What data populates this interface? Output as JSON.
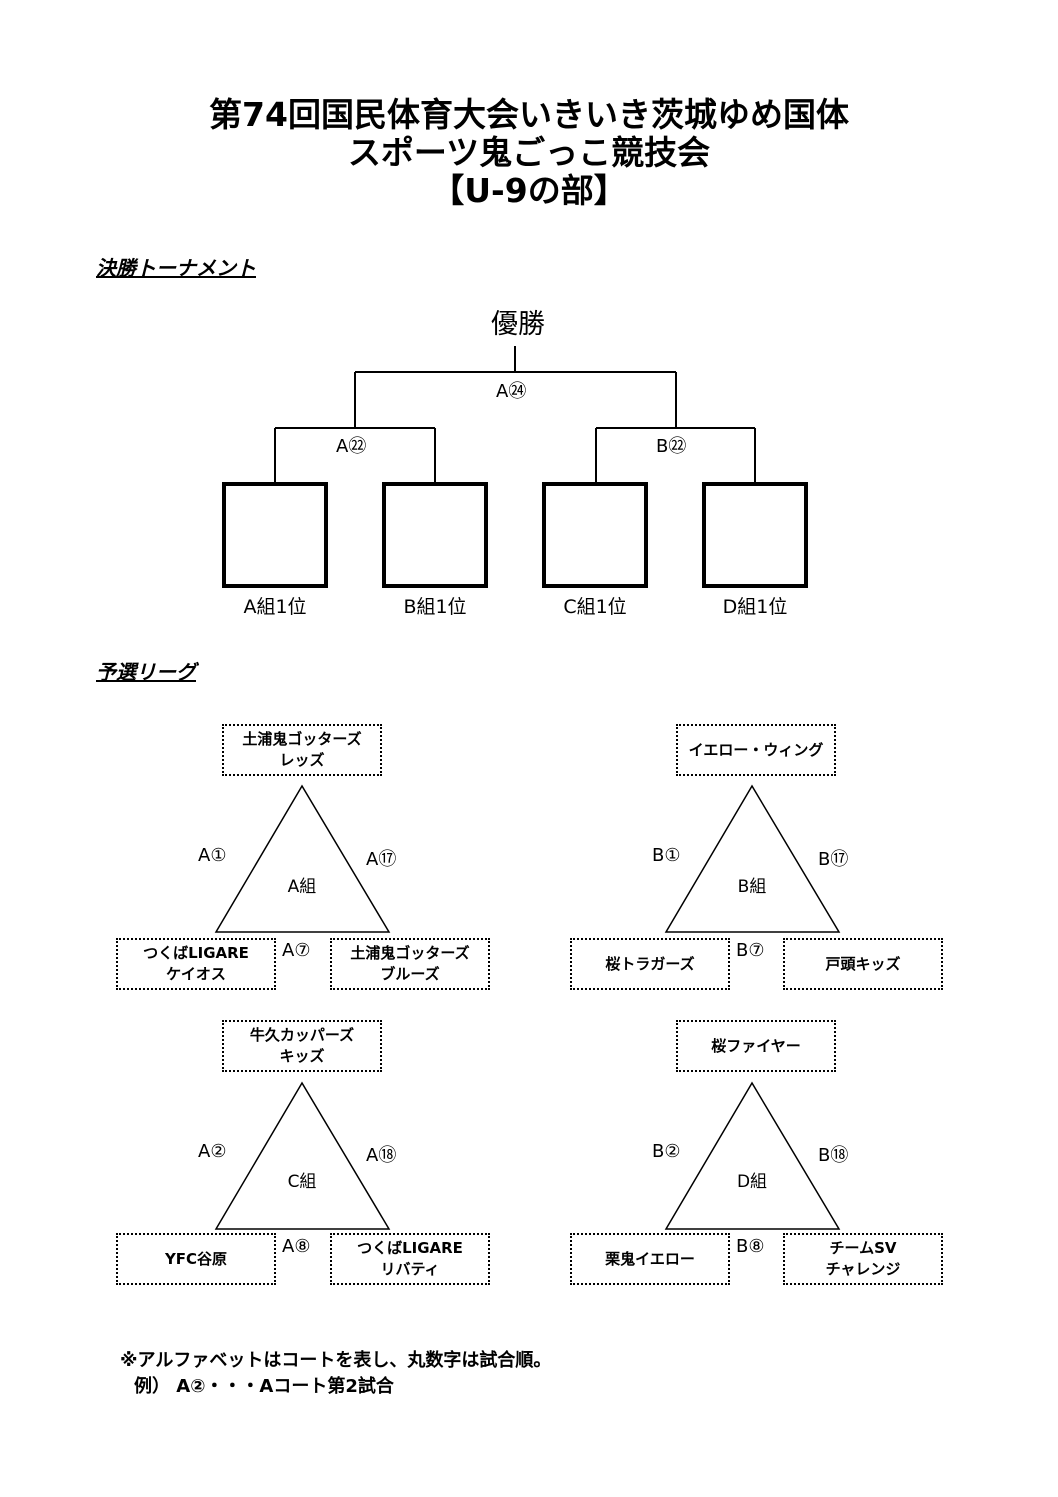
{
  "title": {
    "line1": "第74回国民体育大会いきいき茨城ゆめ国体",
    "line2": "スポーツ鬼ごっこ競技会",
    "line3": "【U-9の部】"
  },
  "final_tournament": {
    "heading": "決勝トーナメント",
    "champion": "優勝",
    "final_match": "A㉔",
    "semi_left": "A㉒",
    "semi_right": "B㉒",
    "slots": [
      "A組1位",
      "B組1位",
      "C組1位",
      "D組1位"
    ]
  },
  "preliminary_league": {
    "heading": "予選リーグ",
    "groups": [
      {
        "name": "A組",
        "top": [
          "土浦鬼ゴッターズ",
          "レッズ"
        ],
        "bottom_left": [
          "つくばLIGARE",
          "ケイオス"
        ],
        "bottom_right": [
          "土浦鬼ゴッターズ",
          "ブルーズ"
        ],
        "match_left": "A①",
        "match_right": "A⑰",
        "match_bottom": "A⑦"
      },
      {
        "name": "B組",
        "top": [
          "イエロー・ウィング"
        ],
        "bottom_left": [
          "桜トラガーズ"
        ],
        "bottom_right": [
          "戸頭キッズ"
        ],
        "match_left": "B①",
        "match_right": "B⑰",
        "match_bottom": "B⑦"
      },
      {
        "name": "C組",
        "top": [
          "牛久カッパーズ",
          "キッズ"
        ],
        "bottom_left": [
          "YFC谷原"
        ],
        "bottom_right": [
          "つくばLIGARE",
          "リバティ"
        ],
        "match_left": "A②",
        "match_right": "A⑱",
        "match_bottom": "A⑧"
      },
      {
        "name": "D組",
        "top": [
          "桜ファイヤー"
        ],
        "bottom_left": [
          "栗鬼イエロー"
        ],
        "bottom_right": [
          "チームSV",
          "チャレンジ"
        ],
        "match_left": "B②",
        "match_right": "B⑱",
        "match_bottom": "B⑧"
      }
    ]
  },
  "notes": {
    "line1": "※アルファベットはコートを表し、丸数字は試合順。",
    "line2": "例） A②・・・Aコート第2試合"
  }
}
